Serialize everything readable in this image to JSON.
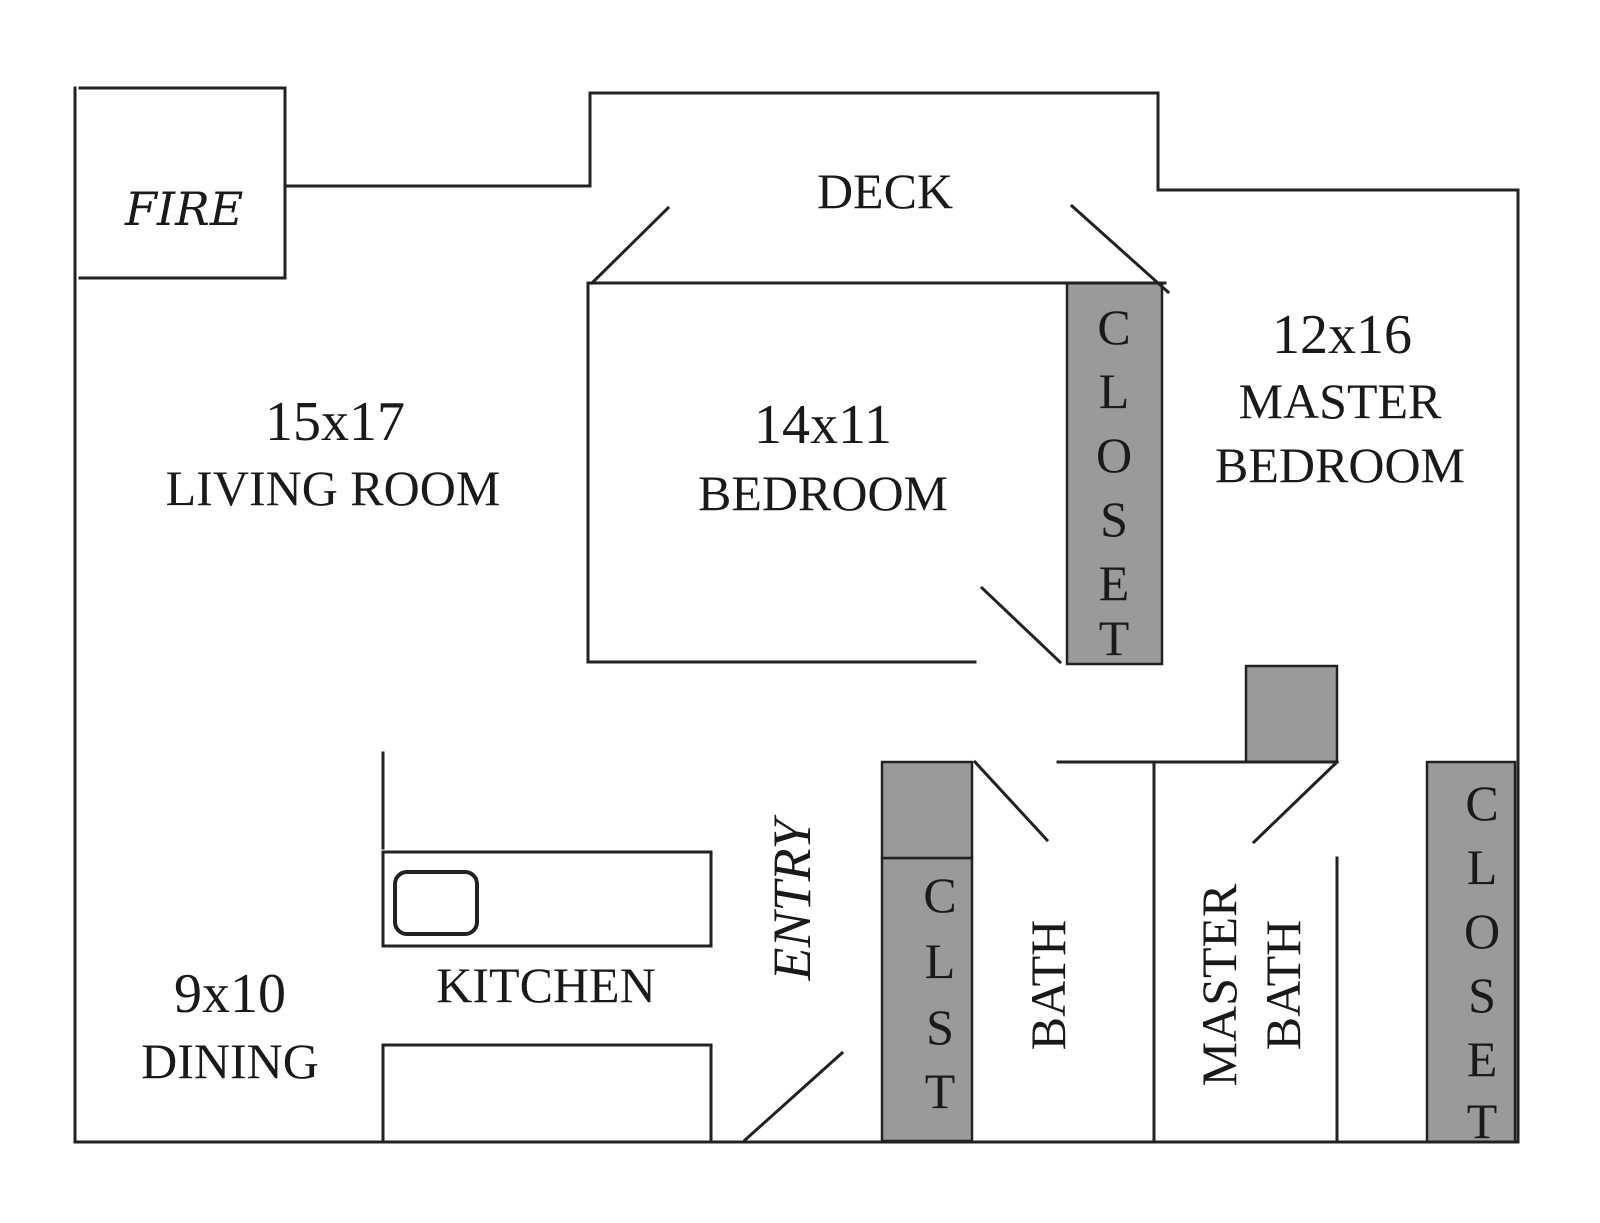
{
  "rooms": {
    "fire": "FIRE",
    "deck": "DECK",
    "living": {
      "dim": "15x17",
      "name": "LIVING ROOM"
    },
    "bedroom": {
      "dim": "14x11",
      "name": "BEDROOM"
    },
    "master_bedroom": {
      "dim": "12x16",
      "line1": "MASTER",
      "line2": "BEDROOM"
    },
    "kitchen": "KITCHEN",
    "dining": {
      "dim": "9x10",
      "name": "DINING"
    },
    "entry": "ENTRY",
    "bath": "BATH",
    "master_bath": {
      "line1": "MASTER",
      "line2": "BATH"
    }
  },
  "closets": {
    "bedroom_closet": [
      "C",
      "L",
      "O",
      "S",
      "E",
      "T"
    ],
    "hall_closet": [
      "C",
      "L",
      "S",
      "T"
    ],
    "master_closet": [
      "C",
      "L",
      "O",
      "S",
      "E",
      "T"
    ]
  },
  "colors": {
    "wall": "#222222",
    "closet_fill": "#9a9a9a",
    "background": "#ffffff"
  }
}
